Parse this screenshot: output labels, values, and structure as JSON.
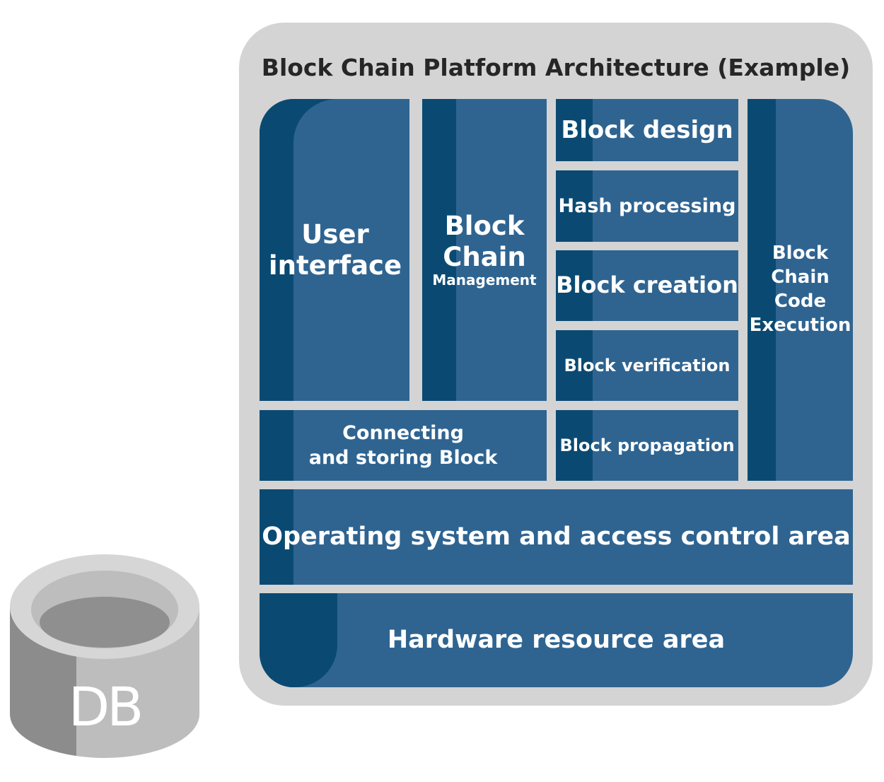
{
  "title": "Block Chain Platform Architecture (Example)",
  "blocks": {
    "user_interface": [
      "User",
      "interface"
    ],
    "block_chain_management": {
      "line1": "Block",
      "line2": "Chain",
      "sub": "Management"
    },
    "block_design": "Block design",
    "hash_processing": "Hash processing",
    "block_creation": "Block creation",
    "block_verification": "Block verification",
    "block_propagation": "Block propagation",
    "connecting": [
      "Connecting",
      "and storing Block"
    ],
    "code_execution": [
      "Block",
      "Chain",
      "Code",
      "Execution"
    ],
    "os_area": "Operating system and access control area",
    "hardware_area": "Hardware resource area"
  },
  "db_label": "DB",
  "colors": {
    "block": "#2f6491",
    "stripe": "#0a4a72",
    "frame": "#d4d4d4",
    "db_light": "#bdbdbd",
    "db_dark": "#8c8c8c"
  }
}
